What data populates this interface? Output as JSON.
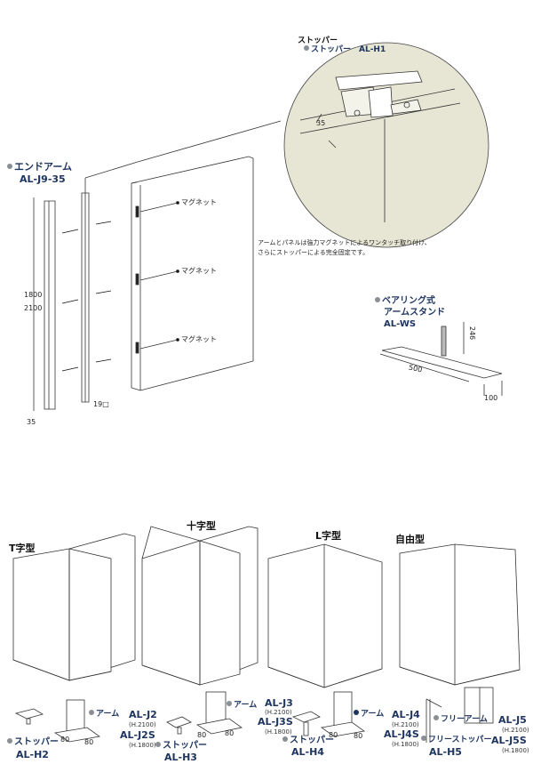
{
  "top": {
    "stopper_heading": "ストッパー",
    "stopper_label": "ストッパー　AL-H1",
    "stopper_dim": "35",
    "end_arm_label": "エンドアーム",
    "end_arm_code": "AL-J9-35",
    "arm_height_1": "1800",
    "arm_height_2": "2100",
    "arm_width": "35",
    "arm_size": "19",
    "magnet_labels": [
      "マグネット",
      "マグネット",
      "マグネット"
    ],
    "description_lines": [
      "アームとパネルは強力マグネットによるワンタッチ取り付け、",
      "さらにストッパーによる完全固定です。"
    ],
    "stand_label_1": "ベアリング式",
    "stand_label_2": "アームスタンド",
    "stand_code": "AL-WS",
    "stand_height": "246",
    "stand_length": "500",
    "stand_width": "100"
  },
  "configs": [
    {
      "title": "T字型",
      "arm_label": "アーム",
      "arm_code": "AL-J2",
      "arm_h1": "(H.2100)",
      "arm_code_s": "AL-J2S",
      "arm_h2": "(H.1800)",
      "stopper_label": "ストッパー",
      "stopper_code": "AL-H2",
      "dims": [
        "80",
        "80"
      ]
    },
    {
      "title": "十字型",
      "arm_label": "アーム",
      "arm_code": "AL-J3",
      "arm_h1": "(H.2100)",
      "arm_code_s": "AL-J3S",
      "arm_h2": "(H.1800)",
      "stopper_label": "ストッパー",
      "stopper_code": "AL-H3",
      "dims": [
        "80",
        "80"
      ]
    },
    {
      "title": "L字型",
      "arm_label": "アーム",
      "arm_code": "AL-J4",
      "arm_h1": "(H.2100)",
      "arm_code_s": "AL-J4S",
      "arm_h2": "(H.1800)",
      "stopper_label": "ストッパー",
      "stopper_code": "AL-H4",
      "dims": [
        "80",
        "80"
      ]
    },
    {
      "title": "自由型",
      "arm_label": "フリーアーム",
      "arm_code": "AL-J5",
      "arm_h1": "(H.2100)",
      "arm_code_s": "AL-J5S",
      "arm_h2": "(H.1800)",
      "stopper_label": "フリーストッパー",
      "stopper_code": "AL-H5"
    }
  ],
  "colors": {
    "label": "#1e3560",
    "circle": "#e7e5d3",
    "line": "#333333"
  }
}
